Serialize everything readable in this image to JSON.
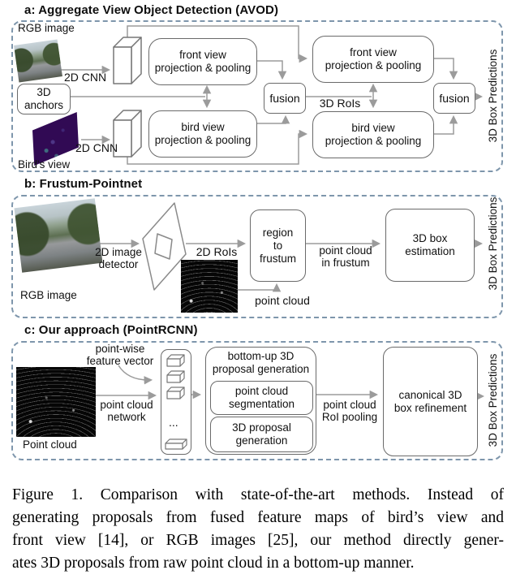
{
  "colors": {
    "dashed_border": "#7e96ac",
    "box_border": "#6a6a6a",
    "arrow": "#9b9b9b",
    "text": "#111111",
    "birds_view_purple": "#310a54"
  },
  "panel_a": {
    "title": "a: Aggregate View Object Detection (AVOD)",
    "rgb_image_label": "RGB image",
    "cnn_label_top": "2D CNN",
    "cnn_label_bottom": "2D CNN",
    "anchors_box": [
      "3D",
      "anchors"
    ],
    "birds_view_label": "Bird's view",
    "front1_box": [
      "front view",
      "projection & pooling"
    ],
    "bird1_box": [
      "bird view",
      "projection & pooling"
    ],
    "front2_box": [
      "front view",
      "projection & pooling"
    ],
    "bird2_box": [
      "bird view",
      "projection & pooling"
    ],
    "fusion1_box": "fusion",
    "fusion2_box": "fusion",
    "rois_label": "3D RoIs",
    "output_label": "3D Box Predictions"
  },
  "panel_b": {
    "title": "b: Frustum-Pointnet",
    "rgb_image_label": "RGB image",
    "detector_label": [
      "2D image",
      "detector"
    ],
    "rois_label": "2D RoIs",
    "point_cloud_label": "point cloud",
    "region_box": [
      "region",
      "to",
      "frustum"
    ],
    "frustum_label": [
      "point cloud",
      "in frustum"
    ],
    "estimation_box": [
      "3D box",
      "estimation"
    ],
    "output_label": "3D Box Predictions"
  },
  "panel_c": {
    "title": "c: Our approach (PointRCNN)",
    "point_cloud_label": "Point cloud",
    "feature_label": [
      "point-wise",
      "feature vector"
    ],
    "network_label": [
      "point cloud",
      "network"
    ],
    "ellipsis": "...",
    "proposal_header": [
      "bottom-up 3D",
      "proposal generation"
    ],
    "segmentation_box": [
      "point cloud",
      "segmentation"
    ],
    "generation_box": [
      "3D proposal",
      "generation"
    ],
    "roi_pooling_label": [
      "point cloud",
      "RoI pooling"
    ],
    "refinement_box": [
      "canonical 3D",
      "box refinement"
    ],
    "output_label": "3D Box Predictions"
  },
  "caption": {
    "lines": [
      "Figure 1. Comparison with state-of-the-art methods.  Instead of",
      "generating proposals from fused feature maps of bird’s view and",
      "front view [14], or RGB images [25], our method directly gener-",
      "ates 3D proposals from raw point cloud in a bottom-up manner."
    ]
  }
}
